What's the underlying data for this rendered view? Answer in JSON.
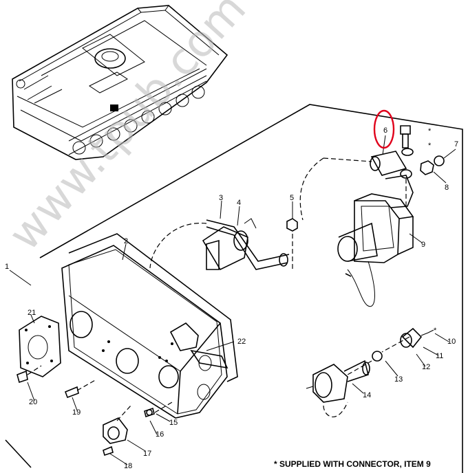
{
  "watermark": "www.tpub.com",
  "footnote": "* SUPPLIED WITH CONNECTOR, ITEM 9",
  "callouts": [
    "1",
    "2",
    "3",
    "4",
    "5",
    "6",
    "7",
    "8",
    "9",
    "10",
    "11",
    "12",
    "13",
    "14",
    "15",
    "16",
    "17",
    "18",
    "19",
    "20",
    "21",
    "22"
  ],
  "asterisks": [
    "*",
    "*",
    "*"
  ],
  "highlight": {
    "target_callout": "6",
    "color": "#e0001b"
  }
}
